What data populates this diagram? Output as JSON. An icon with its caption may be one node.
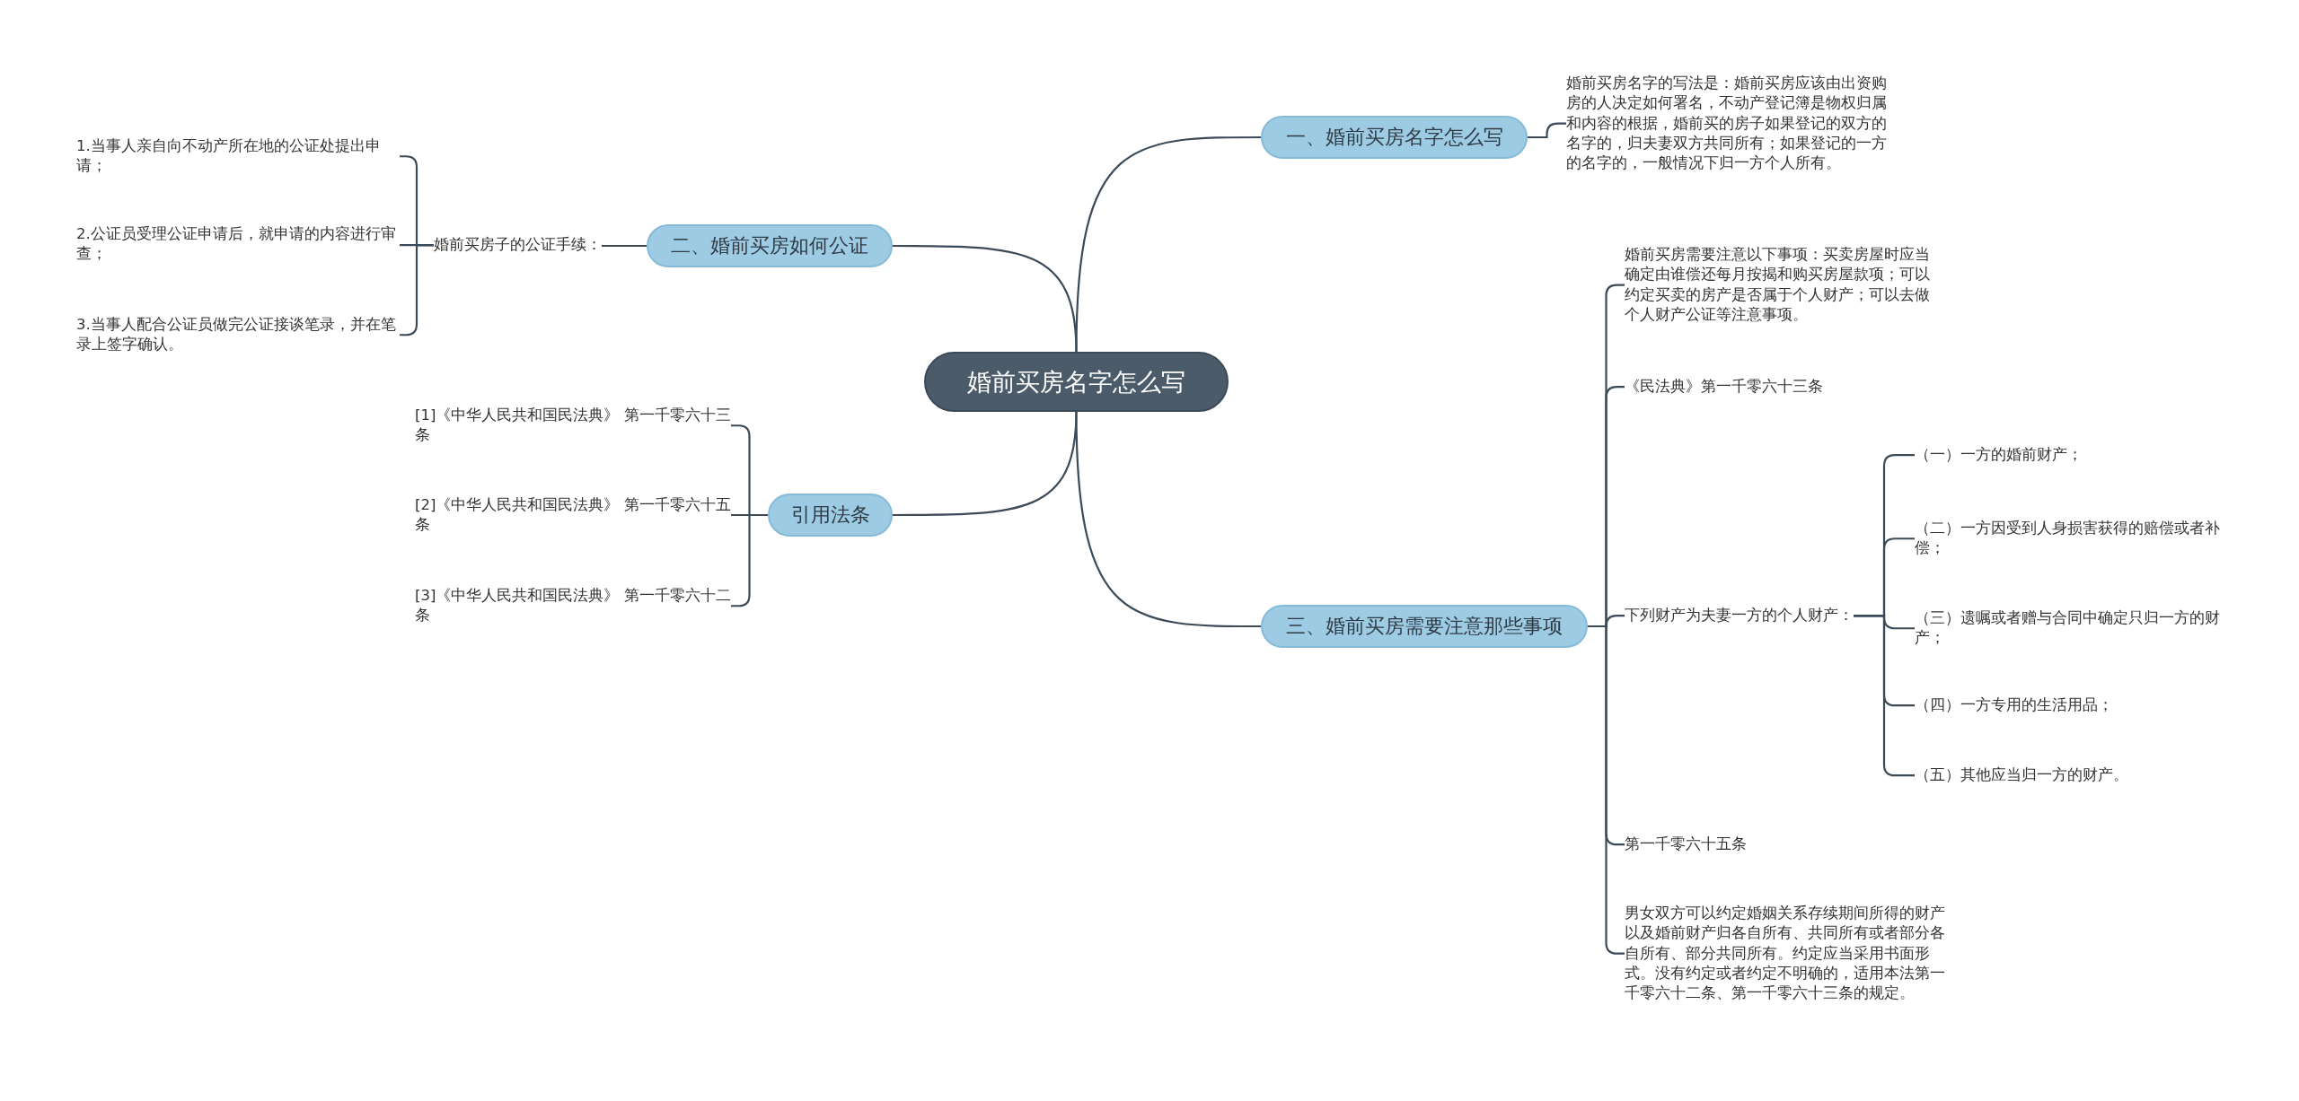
{
  "diagram": {
    "nodes": [
      {
        "text": [
          "婚前买房名字怎么写"
        ]
      },
      {
        "text": [
          "一、婚前买房名字怎么写"
        ]
      },
      {
        "text": [
          "婚前买房名字的写法是：婚前买房应该由出资购房的人决定如何署名，不动产登记簿是物权归属和内容的根据，婚前买的房子如果登记的双方的名字的，归夫妻双方共同所有；如果登记的一方的名字的，一般情况下归一方个人所有。"
        ]
      },
      {
        "text": [
          "二、婚前买房如何公证"
        ]
      },
      {
        "text": [
          "婚前买房子的公证手续："
        ]
      },
      {
        "text": [
          "1.当事人亲自向不动产所在地的公证处提出申请；"
        ]
      },
      {
        "text": [
          "2.公证员受理公证申请后，就申请的内容进行审查；"
        ]
      },
      {
        "text": [
          "3.当事人配合公证员做完公证接谈笔录，并在笔录上签字确认。"
        ]
      },
      {
        "text": [
          "引用法条"
        ]
      },
      {
        "text": [
          "[1]《中华人民共和国民法典》 第一千零六十三条"
        ]
      },
      {
        "text": [
          "[2]《中华人民共和国民法典》 第一千零六十五条"
        ]
      },
      {
        "text": [
          "[3]《中华人民共和国民法典》 第一千零六十二条"
        ]
      },
      {
        "text": [
          "三、婚前买房需要注意那些事项"
        ]
      },
      {
        "text": [
          "婚前买房需要注意以下事项：买卖房屋时应当确定由谁偿还每月按揭和购买房屋款项；可以约定买卖的房产是否属于个人财产；可以去做个人财产公证等注意事项。"
        ]
      },
      {
        "text": [
          "《民法典》第一千零六十三条"
        ]
      },
      {
        "text": [
          "下列财产为夫妻一方的个人财产："
        ]
      },
      {
        "text": [
          "（一）一方的婚前财产；"
        ]
      },
      {
        "text": [
          "（二）一方因受到人身损害获得的赔偿或者补偿；"
        ]
      },
      {
        "text": [
          "（三）遗嘱或者赠与合同中确定只归一方的财产；"
        ]
      },
      {
        "text": [
          "（四）一方专用的生活用品；"
        ]
      },
      {
        "text": [
          "（五）其他应当归一方的财产。"
        ]
      },
      {
        "text": [
          "第一千零六十五条"
        ]
      },
      {
        "text": [
          "男女双方可以约定婚姻关系存续期间所得的财产以及婚前财产归各自所有、共同所有或者部分各自所有、部分共同所有。约定应当采用书面形式。没有约定或者约定不明确的，适用本法第一千零六十二条、第一千零六十三条的规定。"
        ]
      }
    ],
    "edges": [
      {
        "from": 0,
        "to": 1,
        "arrow": "none"
      },
      {
        "from": 1,
        "to": 2,
        "arrow": "none"
      },
      {
        "from": 0,
        "to": 3,
        "arrow": "none"
      },
      {
        "from": 3,
        "to": 4,
        "arrow": "none"
      },
      {
        "from": 4,
        "to": 5,
        "arrow": "none"
      },
      {
        "from": 4,
        "to": 6,
        "arrow": "none"
      },
      {
        "from": 4,
        "to": 7,
        "arrow": "none"
      },
      {
        "from": 0,
        "to": 8,
        "arrow": "none"
      },
      {
        "from": 8,
        "to": 9,
        "arrow": "none"
      },
      {
        "from": 8,
        "to": 10,
        "arrow": "none"
      },
      {
        "from": 8,
        "to": 11,
        "arrow": "none"
      },
      {
        "from": 0,
        "to": 12,
        "arrow": "none"
      },
      {
        "from": 12,
        "to": 13,
        "arrow": "none"
      },
      {
        "from": 12,
        "to": 14,
        "arrow": "none"
      },
      {
        "from": 12,
        "to": 15,
        "arrow": "none"
      },
      {
        "from": 15,
        "to": 16,
        "arrow": "none"
      },
      {
        "from": 15,
        "to": 17,
        "arrow": "none"
      },
      {
        "from": 15,
        "to": 18,
        "arrow": "none"
      },
      {
        "from": 15,
        "to": 19,
        "arrow": "none"
      },
      {
        "from": 15,
        "to": 20,
        "arrow": "none"
      },
      {
        "from": 12,
        "to": 21,
        "arrow": "none"
      },
      {
        "from": 12,
        "to": 22,
        "arrow": "none"
      }
    ]
  }
}
